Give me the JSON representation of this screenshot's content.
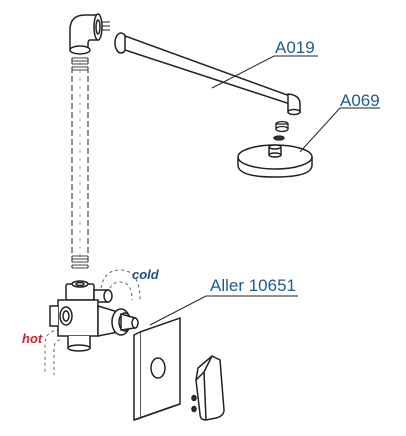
{
  "labels": {
    "arm": "A019",
    "head": "A069",
    "mixer": "Aller 10651",
    "cold": "cold",
    "hot": "hot"
  },
  "colors": {
    "part_label": "#1f5b93",
    "cold": "#1f4f86",
    "hot": "#d1202a",
    "line": "#222222",
    "dashed": "#555555"
  }
}
